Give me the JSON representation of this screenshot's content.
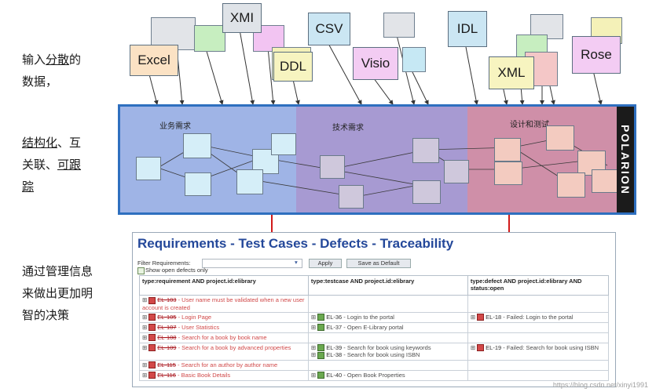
{
  "captions": {
    "c1_line1": "输入",
    "c1_line1_u": "分散",
    "c1_line1_end": "的",
    "c1_line2": "数据，",
    "c2_line1_u": "结构化",
    "c2_line1_end": "、互",
    "c2_line2": "关联、",
    "c2_line2_u": "可跟",
    "c2_line3_u": "踪",
    "c3_line1": "通过管理信息",
    "c3_line2": "来做出更加明",
    "c3_line3": "智的决策"
  },
  "inputs": {
    "excel": "Excel",
    "xmi": "XMI",
    "ddl": "DDL",
    "csv": "CSV",
    "visio": "Visio",
    "idl": "IDL",
    "xml": "XML",
    "rose": "Rose"
  },
  "band": {
    "zone1": "业务需求",
    "zone2": "技术需求",
    "zone3": "设计和测试",
    "brand": "POLARION"
  },
  "panel": {
    "title": "Requirements - Test Cases - Defects - Traceability",
    "filter_label": "Filter Requirements:",
    "show_open": "Show open defects only",
    "apply": "Apply",
    "save_default": "Save as Default",
    "headers": [
      "type:requirement AND project.id:elibrary",
      "type:testcase AND project.id:elibrary",
      "type:defect AND project.id:elibrary AND status:open"
    ],
    "rows": [
      {
        "req_id": "EL-103",
        "req": " - User name must be validated when a new user account is created",
        "tc_id": "",
        "tc": "",
        "def_id": "",
        "def": ""
      },
      {
        "req_id": "EL-105",
        "req": " - Login Page",
        "tc_id": "EL-36",
        "tc": " - Login to the portal",
        "def_id": "EL-18",
        "def": " - Failed: Login to the portal"
      },
      {
        "req_id": "EL-107",
        "req": " - User Statistics",
        "tc_id": "EL-37",
        "tc": " - Open E-Library portal",
        "def_id": "",
        "def": ""
      },
      {
        "req_id": "EL-108",
        "req": " - Search for a book by book name",
        "tc_id": "",
        "tc": "",
        "def_id": "",
        "def": ""
      },
      {
        "req_id": "EL-109",
        "req": " - Search for a book by advanced properties",
        "tc_id": "EL-39",
        "tc": " - Search for book using keywords",
        "tc2_id": "EL-38",
        "tc2": " - Search for book using ISBN",
        "def_id": "EL-19",
        "def": " - Failed: Search for book using ISBN"
      },
      {
        "req_id": "EL-115",
        "req": " - Search for an author by author name",
        "tc_id": "",
        "tc": "",
        "def_id": "",
        "def": ""
      },
      {
        "req_id": "EL-116",
        "req": " - Basic Book Details",
        "tc_id": "EL-40",
        "tc": " - Open Book Properties",
        "def_id": "",
        "def": ""
      }
    ]
  },
  "watermark": "https://blog.csdn.net/xinyi1991",
  "colors": {
    "band_border": "#2e6fbf",
    "zone1": "#9fb4e6",
    "zone2": "#a79ad2",
    "zone3": "#cf8fa8",
    "arrow": "#d11a1a",
    "title": "#24489a"
  }
}
